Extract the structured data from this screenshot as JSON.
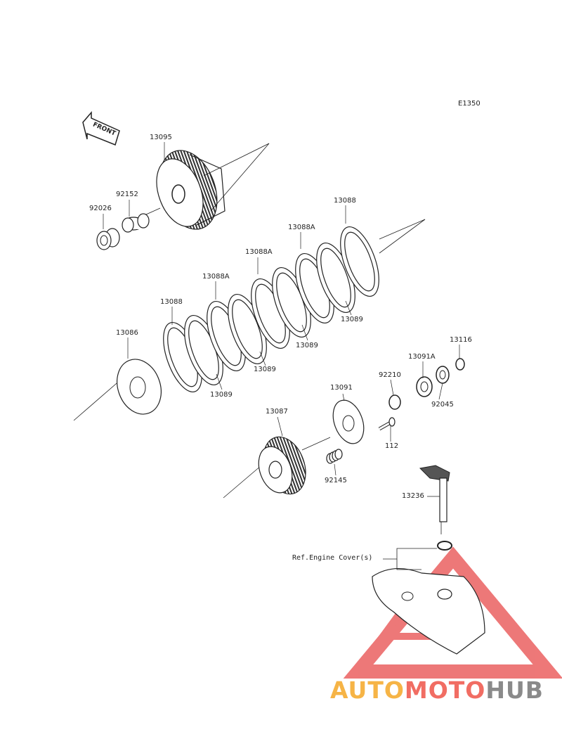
{
  "diagram_code": "E1350",
  "front_label": "FRONT",
  "reference_label": "Ref.Engine Cover(s)",
  "parts": {
    "p13095": "13095",
    "p92152": "92152",
    "p92026": "92026",
    "p13088_top": "13088",
    "p13088a_1": "13088A",
    "p13088a_2": "13088A",
    "p13088a_3": "13088A",
    "p13088_left": "13088",
    "p13089_1": "13089",
    "p13089_2": "13089",
    "p13089_3": "13089",
    "p13089_4": "13089",
    "p13086": "13086",
    "p13116": "13116",
    "p13091a": "13091A",
    "p92210": "92210",
    "p92045": "92045",
    "p13091": "13091",
    "p13087": "13087",
    "p112": "112",
    "p92145": "92145",
    "p13236": "13236"
  },
  "watermark": {
    "part1": "AUTO",
    "part2": "MOTO",
    "part3": "HUB",
    "colors": {
      "auto": "#f6b446",
      "moto": "#f16d63",
      "hub": "#8a8a8a"
    }
  }
}
